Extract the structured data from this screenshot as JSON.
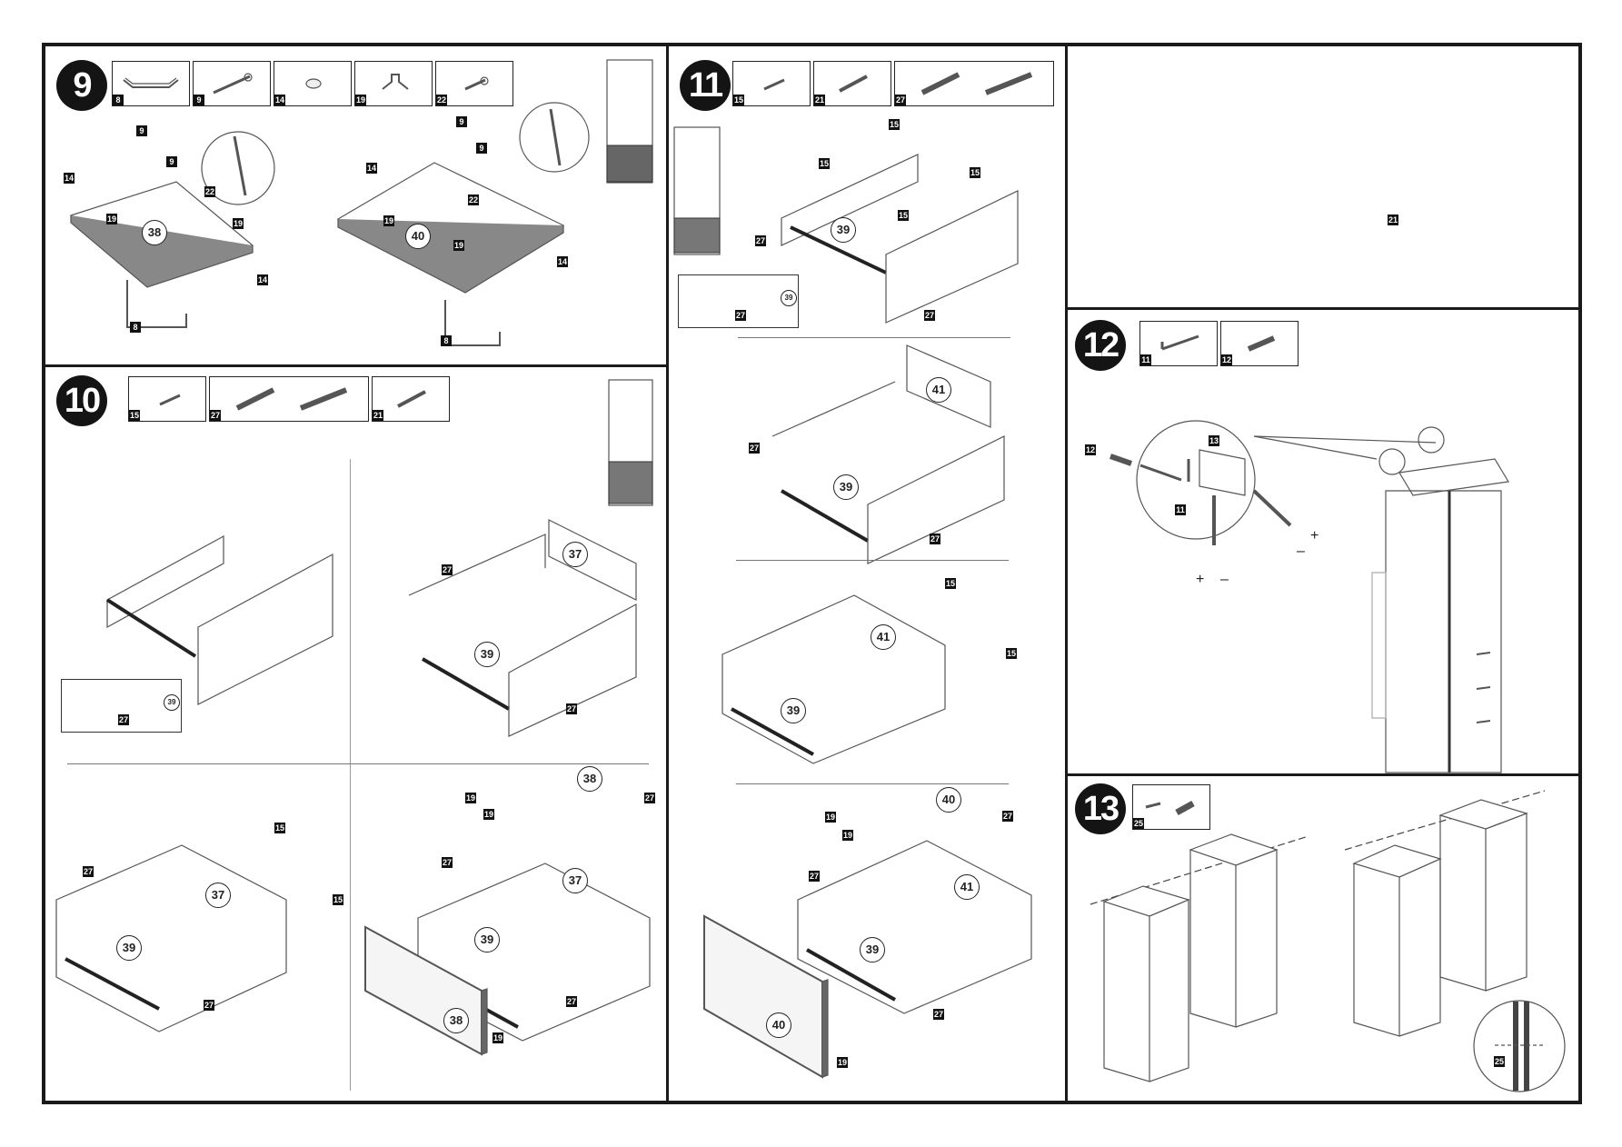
{
  "steps": {
    "s9": "9",
    "s10": "10",
    "s11": "11",
    "s12": "12",
    "s13": "13"
  },
  "part_labels": {
    "p8": "8",
    "p9": "9",
    "p11": "11",
    "p12": "12",
    "p13": "13",
    "p14": "14",
    "p15": "15",
    "p19": "19",
    "p21": "21",
    "p22": "22",
    "p25": "25",
    "p27": "27"
  },
  "panel_numbers": {
    "n37": "37",
    "n38": "38",
    "n39": "39",
    "n40": "40",
    "n41": "41"
  },
  "adjust_signs": {
    "plus": "+",
    "minus": "–"
  }
}
